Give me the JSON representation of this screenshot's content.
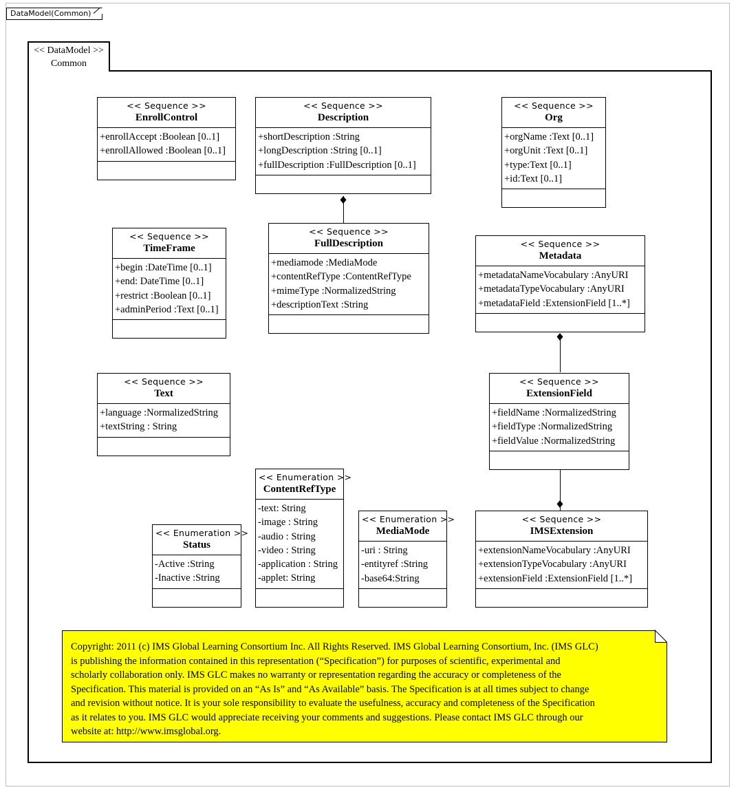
{
  "diagram": {
    "tab_label": "DataModel(Common)",
    "package_stereotype": "<< DataModel >>",
    "package_name": "Common"
  },
  "classes": {
    "enrollControl": {
      "stereotype": "<< Sequence >>",
      "name": "EnrollControl",
      "attributes": [
        "+enrollAccept :Boolean [0..1]",
        "+enrollAllowed  :Boolean [0..1]"
      ]
    },
    "description": {
      "stereotype": "<< Sequence >>",
      "name": "Description",
      "attributes": [
        "+shortDescription  :String",
        "+longDescription   :String [0..1]",
        "+fullDescription   :FullDescription  [0..1]"
      ]
    },
    "org": {
      "stereotype": "<< Sequence >>",
      "name": "Org",
      "attributes": [
        "+orgName :Text [0..1]",
        "+orgUnit :Text [0..1]",
        "+type:Text [0..1]",
        "+id:Text [0..1]"
      ]
    },
    "timeFrame": {
      "stereotype": "<< Sequence >>",
      "name": "TimeFrame",
      "attributes": [
        "+begin :DateTime [0..1]",
        "+end: DateTime [0..1]",
        "+restrict :Boolean [0..1]",
        "+adminPeriod :Text [0..1]"
      ]
    },
    "fullDescription": {
      "stereotype": "<< Sequence >>",
      "name": "FullDescription",
      "attributes": [
        "+mediamode :MediaMode",
        "+contentRefType  :ContentRefType",
        "+mimeType  :NormalizedString",
        "+descriptionText  :String"
      ]
    },
    "metadata": {
      "stereotype": "<< Sequence >>",
      "name": "Metadata",
      "attributes": [
        "+metadataNameVocabulary  :AnyURI",
        "+metadataTypeVocabulary  :AnyURI",
        "+metadataField :ExtensionField  [1..*]"
      ]
    },
    "text": {
      "stereotype": "<< Sequence >>",
      "name": "Text",
      "attributes": [
        "+language :NormalizedString",
        "+textString : String"
      ]
    },
    "extensionField": {
      "stereotype": "<< Sequence >>",
      "name": "ExtensionField",
      "attributes": [
        "+fieldName  :NormalizedString",
        "+fieldType  :NormalizedString",
        "+fieldValue  :NormalizedString"
      ]
    },
    "contentRefType": {
      "stereotype": "<< Enumeration  >>",
      "name": "ContentRefType",
      "attributes": [
        "-text: String",
        "-image : String",
        "-audio : String",
        "-video : String",
        "-application  : String",
        "-applet: String"
      ]
    },
    "status": {
      "stereotype": "<< Enumeration  >>",
      "name": "Status",
      "attributes": [
        "-Active :String",
        "-Inactive :String"
      ]
    },
    "mediaMode": {
      "stereotype": "<< Enumeration  >>",
      "name": "MediaMode",
      "attributes": [
        "-uri : String",
        "-entityref  :String",
        "-base64:String"
      ]
    },
    "imsExtension": {
      "stereotype": "<< Sequence >>",
      "name": "IMSExtension",
      "attributes": [
        "+extensionNameVocabulary   :AnyURI",
        "+extensionTypeVocabulary   :AnyURI",
        "+extensionField  :ExtensionField  [1..*]"
      ]
    }
  },
  "note": {
    "background_color": "#ffff00",
    "lines": [
      "Copyright: 2011 (c) IMS Global Learning Consortium Inc.  All Rights Reserved.  IMS Global Learning Consortium, Inc. (IMS GLC)",
      "is publishing the information contained in this representation (“Specification”) for purposes of scientific, experimental and",
      "scholarly collaboration only.  IMS GLC makes no warranty or representation regarding  the accuracy or completeness of the",
      "Specification.  This material is provided on an “As Is” and “As Available” basis.  The Specification is at all times subject to change",
      "and revision without notice.  It is your sole responsibility to evaluate the usefulness, accuracy and completeness of the Specification",
      "as it relates to you.  IMS GLC would appreciate receiving your comments and suggestions.  Please contact IMS GLC through our",
      "website at: http://www.imsglobal.org."
    ]
  },
  "relationships": [
    {
      "name": "description-fullDescription-composition",
      "from": "Description",
      "to": "FullDescription",
      "kind": "composition"
    },
    {
      "name": "metadata-extensionField-composition",
      "from": "Metadata",
      "to": "ExtensionField",
      "kind": "composition"
    },
    {
      "name": "extensionField-imsExtension-composition",
      "from": "ExtensionField",
      "to": "IMSExtension",
      "kind": "composition"
    }
  ]
}
